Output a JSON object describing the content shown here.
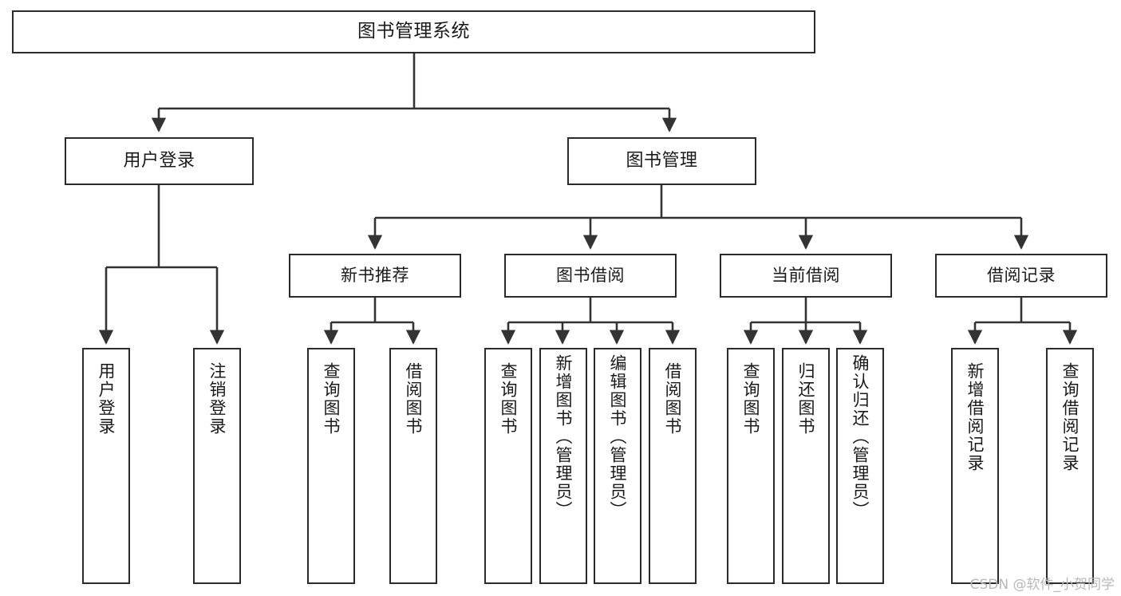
{
  "diagram": {
    "title": "图书管理系统",
    "type": "tree-structure-chart",
    "watermark": "CSDN @软件_小贺同学",
    "colors": {
      "box_border": "#2b2b2b",
      "box_fill": "#ffffff",
      "edge": "#333333",
      "text": "#1a1a1a",
      "watermark": "#b9b9b9"
    },
    "nodes": {
      "root": {
        "label": "图书管理系统"
      },
      "l1": [
        {
          "label": "用户登录"
        },
        {
          "label": "图书管理"
        }
      ],
      "l2": [
        {
          "label": "新书推荐"
        },
        {
          "label": "图书借阅"
        },
        {
          "label": "当前借阅"
        },
        {
          "label": "借阅记录"
        }
      ],
      "leaves_login": [
        {
          "label": "用户登录"
        },
        {
          "label": "注销登录"
        }
      ],
      "leaves_recommend": [
        {
          "label": "查询图书"
        },
        {
          "label": "借阅图书"
        }
      ],
      "leaves_borrow": [
        {
          "label": "查询图书"
        },
        {
          "label": "新增图书（管理员）"
        },
        {
          "label": "编辑图书（管理员）"
        },
        {
          "label": "借阅图书"
        }
      ],
      "leaves_current": [
        {
          "label": "查询图书"
        },
        {
          "label": "归还图书"
        },
        {
          "label": "确认归还（管理员）"
        }
      ],
      "leaves_records": [
        {
          "label": "新增借阅记录"
        },
        {
          "label": "查询借阅记录"
        }
      ]
    }
  }
}
